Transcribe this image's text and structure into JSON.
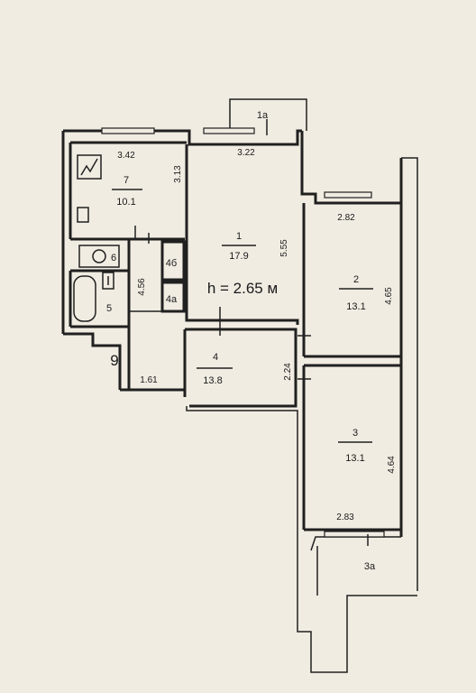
{
  "ceiling_height": "h = 2.65 м",
  "rooms": {
    "r1": {
      "num": "1",
      "area": "17.9"
    },
    "r2": {
      "num": "2",
      "area": "13.1"
    },
    "r3": {
      "num": "3",
      "area": "13.1"
    },
    "r4": {
      "num": "4",
      "area": "13.8"
    },
    "r5": {
      "num": "5"
    },
    "r6": {
      "num": "6"
    },
    "r7": {
      "num": "7",
      "area": "10.1"
    },
    "r9": {
      "num": "9"
    },
    "r1a": {
      "num": "1а"
    },
    "r3a": {
      "num": "3а"
    },
    "r4a": {
      "num": "4а"
    },
    "r4b": {
      "num": "4б"
    }
  },
  "dims": {
    "d342": "3.42",
    "d313": "3.13",
    "d322": "3.22",
    "d555": "5.55",
    "d282": "2.82",
    "d465": "4.65",
    "d456": "4.56",
    "d161": "1.61",
    "d224": "2.24",
    "d464": "4.64",
    "d283": "2.83"
  },
  "colors": {
    "background": "#f1ece2",
    "ink": "#202020"
  }
}
